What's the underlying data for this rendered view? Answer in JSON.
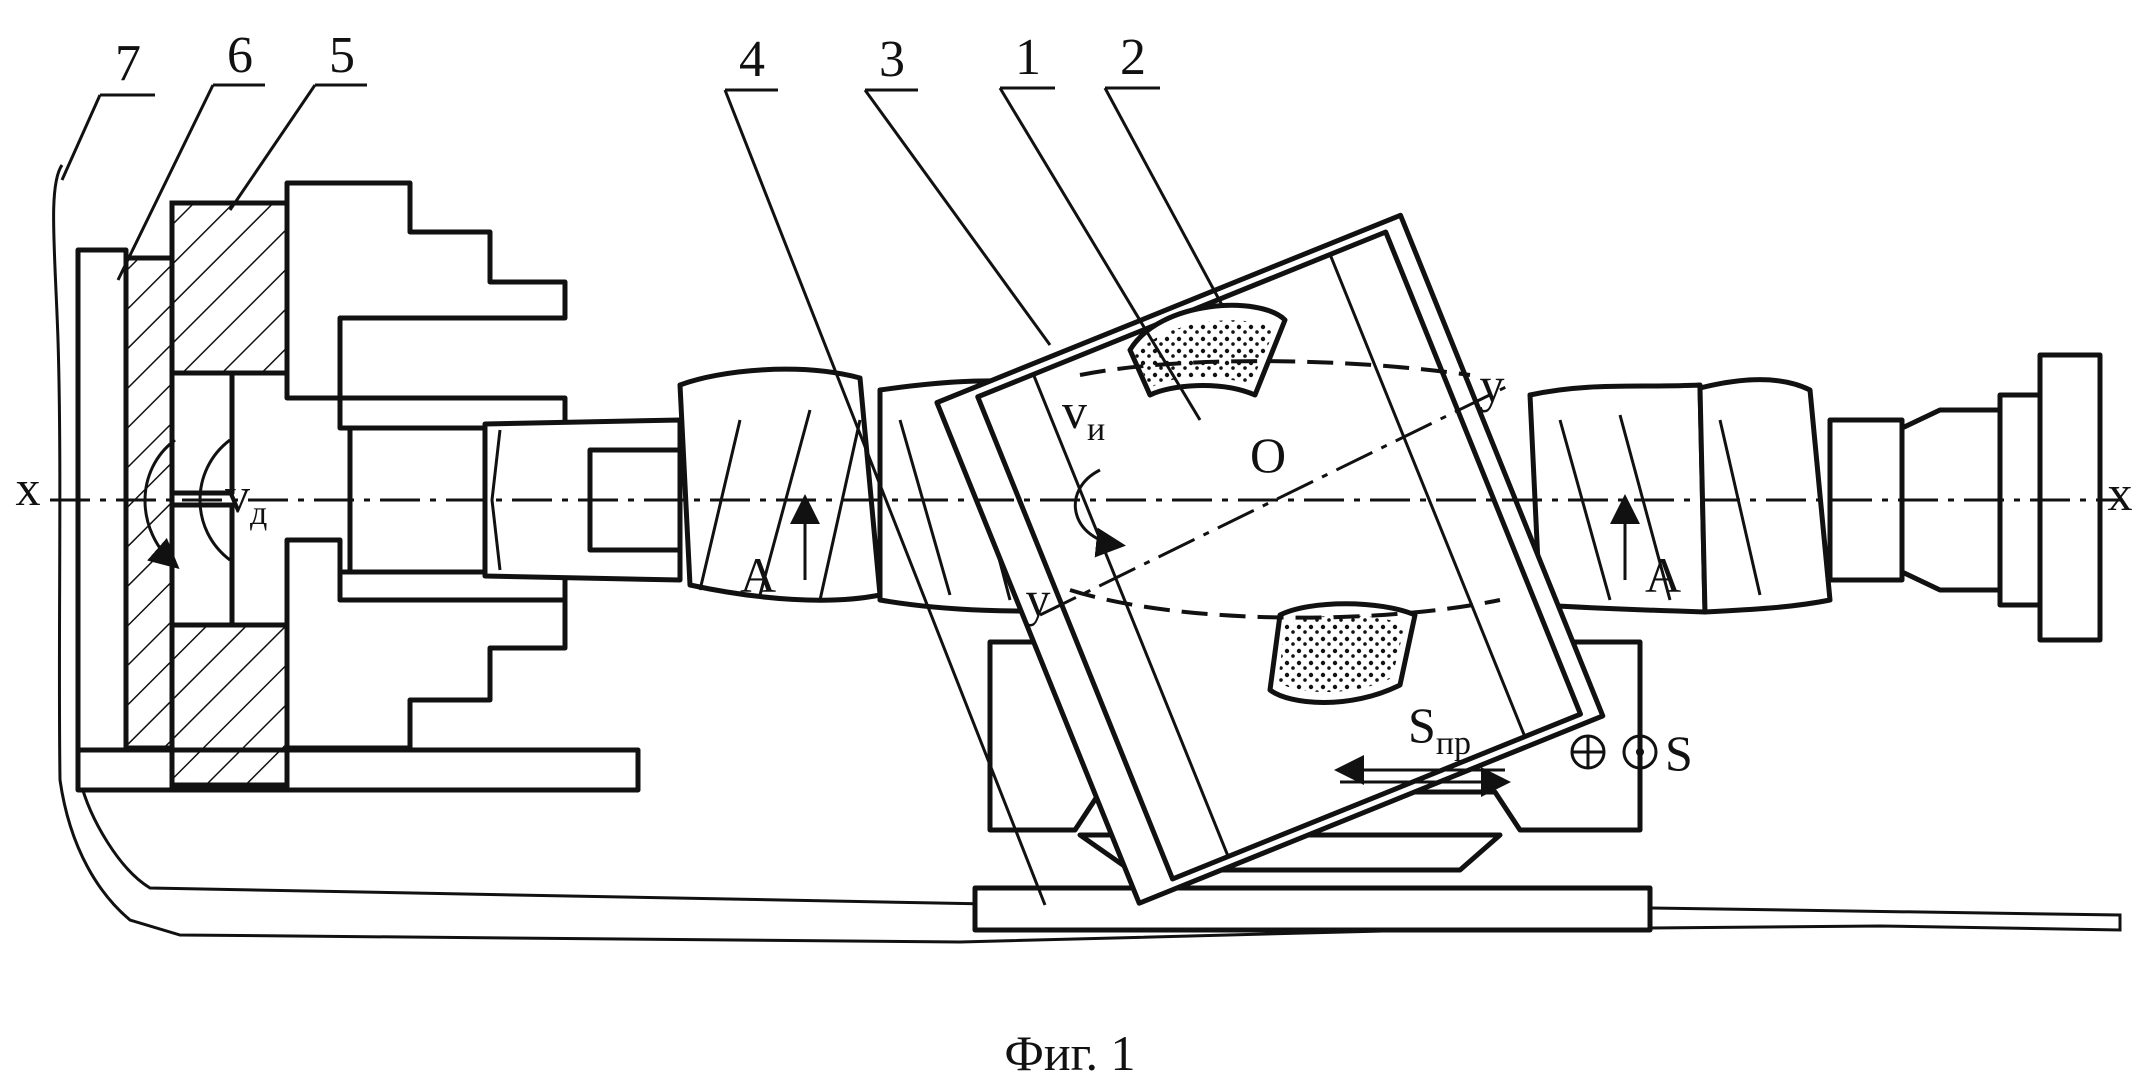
{
  "labels": {
    "callouts": [
      "7",
      "6",
      "5",
      "4",
      "3",
      "1",
      "2"
    ],
    "axis_x_left": "x",
    "axis_x_right": "x",
    "axis_y_upper": "y",
    "axis_y_lower": "y",
    "center_point": "O",
    "section_left": "A",
    "section_right": "A",
    "workpiece_speed": "v",
    "workpiece_speed_sub": "д",
    "tool_speed": "v",
    "tool_speed_sub": "и",
    "longitudinal_feed": "S",
    "longitudinal_feed_sub": "пр",
    "cross_feed": "S"
  },
  "caption": "Фиг. 1",
  "colors": {
    "ink": "#111111",
    "paper": "#ffffff"
  }
}
